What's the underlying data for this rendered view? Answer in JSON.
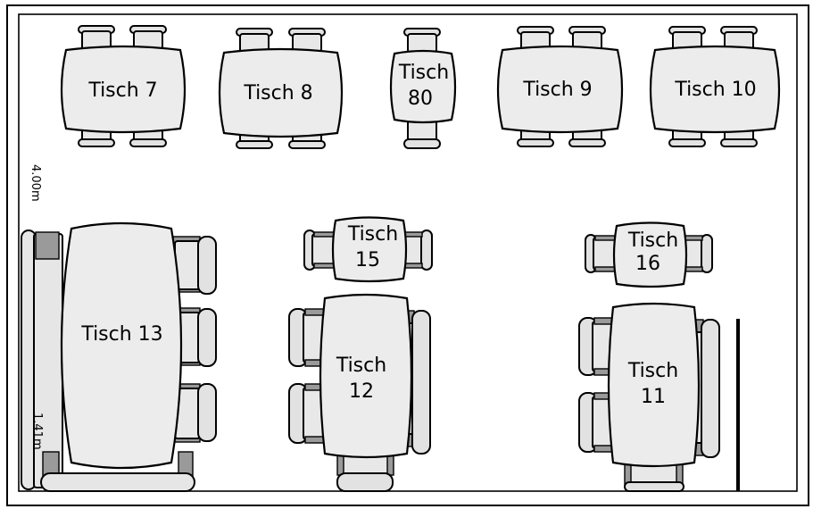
{
  "tables": [
    {
      "id": "t7",
      "label_lines": [
        "Tisch 7"
      ]
    },
    {
      "id": "t8",
      "label_lines": [
        "Tisch 8"
      ]
    },
    {
      "id": "t80",
      "label_lines": [
        "Tisch",
        "80"
      ]
    },
    {
      "id": "t9",
      "label_lines": [
        "Tisch 9"
      ]
    },
    {
      "id": "t10",
      "label_lines": [
        "Tisch 10"
      ]
    },
    {
      "id": "t13",
      "label_lines": [
        "Tisch 13"
      ]
    },
    {
      "id": "t15",
      "label_lines": [
        "Tisch",
        "15"
      ]
    },
    {
      "id": "t16",
      "label_lines": [
        "Tisch",
        "16"
      ]
    },
    {
      "id": "t12",
      "label_lines": [
        "Tisch",
        "12"
      ]
    },
    {
      "id": "t11",
      "label_lines": [
        "Tisch",
        "11"
      ]
    }
  ],
  "dimensions": {
    "top_left": "4.00m",
    "bottom_left": "1.41m"
  }
}
